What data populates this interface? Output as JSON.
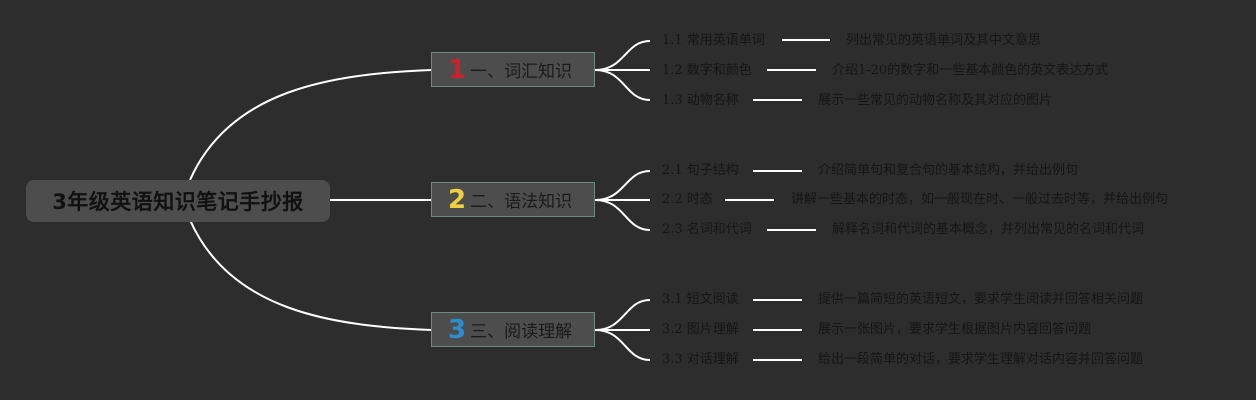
{
  "root": {
    "title": "3年级英语知识笔记手抄报"
  },
  "colors": {
    "background": "#2d2d2d",
    "node": "#4d4d4d",
    "line": "#ffffff",
    "num1": "#d0202a",
    "num2": "#f0d040",
    "num3": "#2a8fd0"
  },
  "branches": [
    {
      "num": "1",
      "label": "一、词汇知识",
      "children": [
        {
          "label": "1.1 常用英语单词",
          "desc": "列出常见的英语单词及其中文意思"
        },
        {
          "label": "1.2 数字和颜色",
          "desc": "介绍1-20的数字和一些基本颜色的英文表达方式"
        },
        {
          "label": "1.3 动物名称",
          "desc": "展示一些常见的动物名称及其对应的图片"
        }
      ]
    },
    {
      "num": "2",
      "label": "二、语法知识",
      "children": [
        {
          "label": "2.1 句子结构",
          "desc": "介绍简单句和复合句的基本结构，并给出例句"
        },
        {
          "label": "2.2 时态",
          "desc": "讲解一些基本的时态，如一般现在时、一般过去时等，并给出例句"
        },
        {
          "label": "2.3 名词和代词",
          "desc": "解释名词和代词的基本概念，并列出常见的名词和代词"
        }
      ]
    },
    {
      "num": "3",
      "label": "三、阅读理解",
      "children": [
        {
          "label": "3.1 短文阅读",
          "desc": "提供一篇简短的英语短文，要求学生阅读并回答相关问题"
        },
        {
          "label": "3.2 图片理解",
          "desc": "展示一张图片，要求学生根据图片内容回答问题"
        },
        {
          "label": "3.3 对话理解",
          "desc": "给出一段简单的对话，要求学生理解对话内容并回答问题"
        }
      ]
    }
  ]
}
